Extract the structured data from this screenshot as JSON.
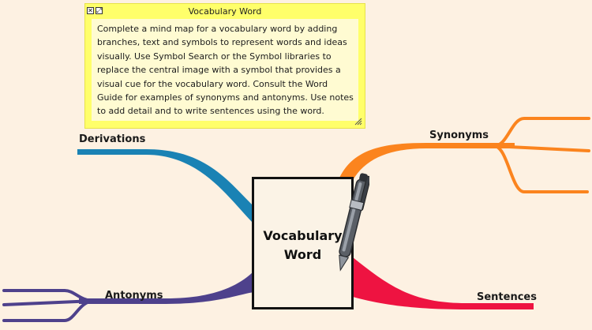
{
  "note": {
    "title": "Vocabulary Word",
    "close_glyph": "✕",
    "expand_glyph": "⤢",
    "body": "Complete a mind map for a vocabulary word by adding branches, text and symbols to represent words and ideas visually. Use Symbol Search or the Symbol libraries to replace the central image with a symbol that provides a visual cue for the vocabulary word. Consult the Word Guide for examples of synonyms and antonyms. Use notes to add detail and to write sentences using the word."
  },
  "center": {
    "line1": "Vocabulary",
    "line2": "Word"
  },
  "branches": {
    "derivations": {
      "label": "Derivations",
      "color": "#1a82b4"
    },
    "synonyms": {
      "label": "Synonyms",
      "color": "#fb841e"
    },
    "antonyms": {
      "label": "Antonyms",
      "color": "#4e418c"
    },
    "sentences": {
      "label": "Sentences",
      "color": "#ee1341"
    }
  },
  "colors": {
    "background": "#fdf1e2",
    "note_yellow": "#ffff6a",
    "note_body": "#fffbd2"
  },
  "icons": {
    "center_image": "pen-icon"
  }
}
